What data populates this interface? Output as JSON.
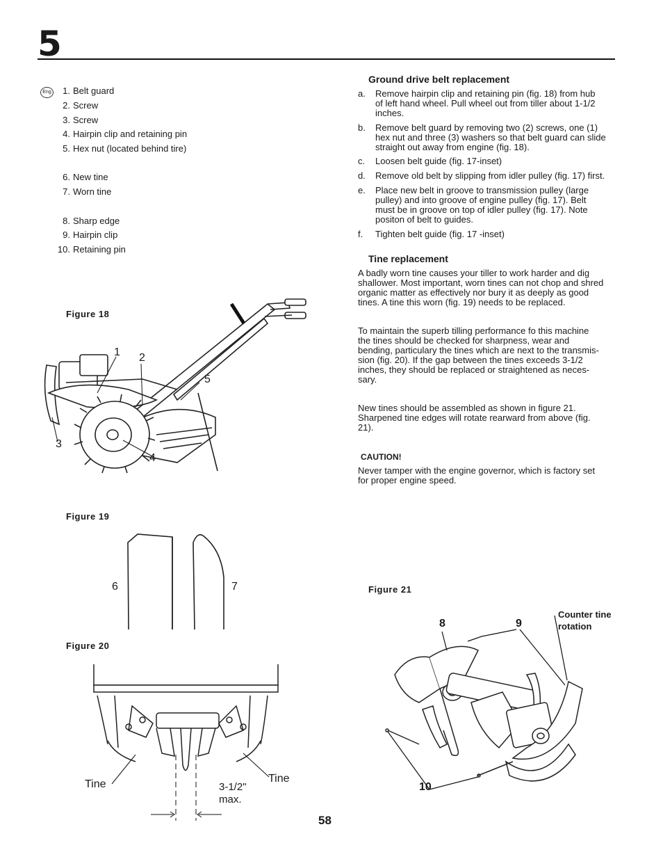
{
  "section_number": "5",
  "language_badge": "Eng",
  "parts_list": [
    {
      "num": "1.",
      "label": "Belt guard"
    },
    {
      "num": "2.",
      "label": "Screw"
    },
    {
      "num": "3.",
      "label": "Screw"
    },
    {
      "num": "4.",
      "label": "Hairpin clip and retaining pin"
    },
    {
      "num": "5.",
      "label": "Hex nut (located behind tire)"
    },
    {
      "num": "6.",
      "label": "New tine"
    },
    {
      "num": "7.",
      "label": "Worn tine"
    },
    {
      "num": "8.",
      "label": "Sharp edge"
    },
    {
      "num": "9.",
      "label": "Hairpin clip"
    },
    {
      "num": "10.",
      "label": "Retaining pin"
    }
  ],
  "figures": {
    "fig18": {
      "caption": "Figure  18",
      "callouts": [
        "1",
        "2",
        "3",
        "4",
        "5"
      ]
    },
    "fig19": {
      "caption": "Figure  19",
      "callouts": [
        "6",
        "7"
      ]
    },
    "fig20": {
      "caption": "Figure  20",
      "labels": {
        "tine_left": "Tine",
        "tine_right": "Tine",
        "gap_line1": "3-1/2\"",
        "gap_line2": "max."
      }
    },
    "fig21": {
      "caption": "Figure  21",
      "callouts": [
        "8",
        "9",
        "10"
      ],
      "note_line1": "Counter tine",
      "note_line2": "rotation"
    }
  },
  "belt_section": {
    "heading": "Ground drive belt replacement",
    "steps": [
      {
        "letter": "a.",
        "lines": [
          "Remove hairpin clip and retaining pin (fig. 18) from hub",
          "of left hand wheel.  Pull wheel out from tiller about 1-1/2",
          "inches."
        ]
      },
      {
        "letter": "b.",
        "lines": [
          "Remove belt guard by removing two (2) screws, one (1)",
          "hex nut and three (3) washers so that belt guard can slide",
          "straight out away from engine (fig. 18)."
        ]
      },
      {
        "letter": "c.",
        "lines": [
          "Loosen belt guide (fig. 17-inset)"
        ]
      },
      {
        "letter": "d.",
        "lines": [
          "Remove old belt by slipping from idler pulley (fig. 17) first."
        ]
      },
      {
        "letter": "e.",
        "lines": [
          "Place new belt in groove to transmission pulley (large",
          "pulley) and into groove of engine pulley (fig. 17).  Belt",
          "must be in groove on top of idler pulley (fig. 17).  Note",
          "positon of belt to guides."
        ]
      },
      {
        "letter": "f.",
        "lines": [
          "Tighten belt guide (fig. 17 -inset)"
        ]
      }
    ]
  },
  "tine_section": {
    "heading": "Tine replacement",
    "paragraphs": [
      [
        "A badly worn tine causes your tiller to work harder and dig",
        "shallower. Most important, worn tines can not chop and shred",
        "organic matter as effectively nor bury it as deeply as good",
        "tines.  A tine this worn (fig. 19) needs to be replaced."
      ],
      [
        "To maintain the superb tilling performance fo this machine",
        "the tines should be checked for sharpness,  wear and",
        "bending, particulary the tines which are next to the transmis-",
        "sion (fig. 20).  If the gap between the tines exceeds 3-1/2",
        "inches, they should be replaced or straightened as neces-",
        "sary."
      ],
      [
        "New tines should be assembled as shown in figure 21.",
        "Sharpened tine edges will rotate rearward from above (fig.",
        "21)."
      ]
    ]
  },
  "caution": {
    "heading": "CAUTION!",
    "lines": [
      "Never tamper with the engine governor, which is factory set",
      "for proper engine speed."
    ]
  },
  "page_number": "58"
}
